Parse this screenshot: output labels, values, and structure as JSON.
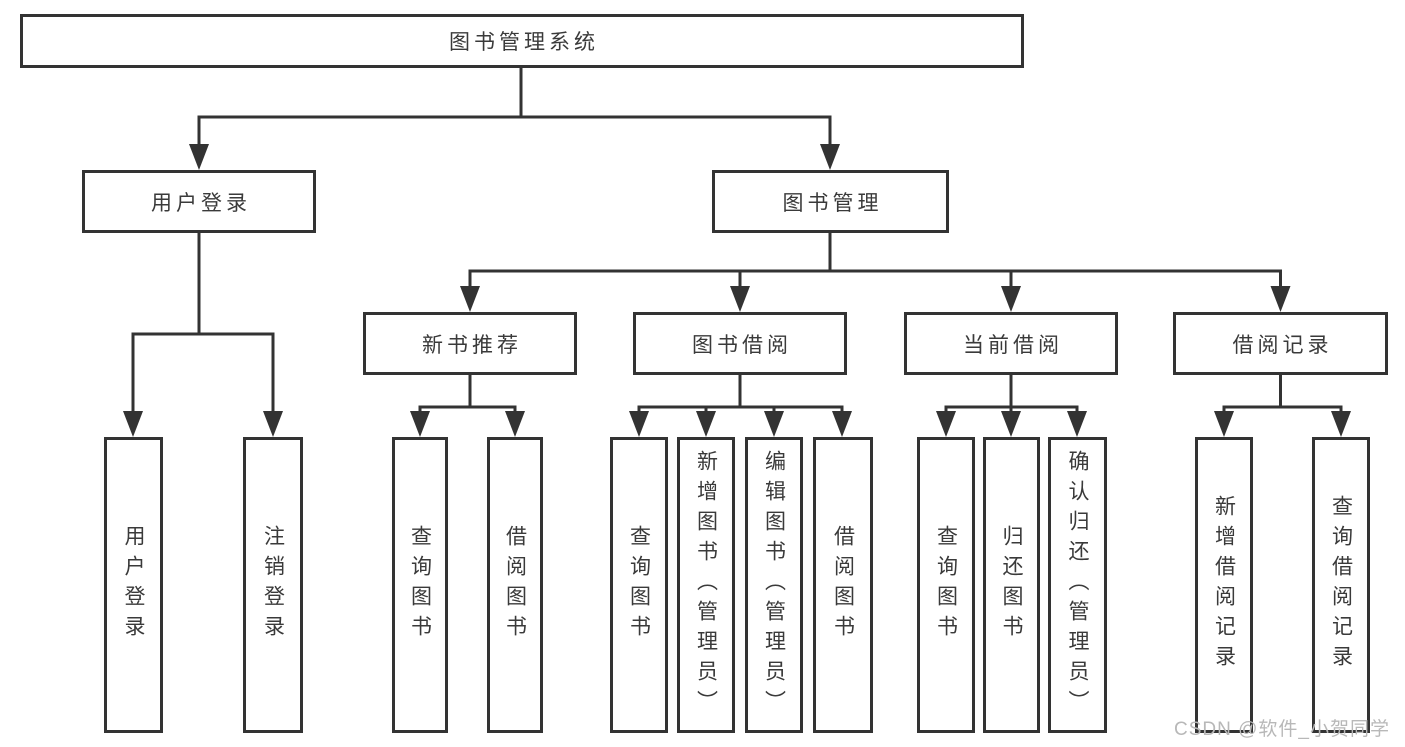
{
  "tree": {
    "root": {
      "label": "图书管理系统"
    },
    "children": [
      {
        "label": "用户登录",
        "children": [
          {
            "label": "用户登录"
          },
          {
            "label": "注销登录"
          }
        ]
      },
      {
        "label": "图书管理",
        "children": [
          {
            "label": "新书推荐",
            "children": [
              {
                "label": "查询图书"
              },
              {
                "label": "借阅图书"
              }
            ]
          },
          {
            "label": "图书借阅",
            "children": [
              {
                "label": "查询图书"
              },
              {
                "label": "新增图书（管理员）"
              },
              {
                "label": "编辑图书（管理员）"
              },
              {
                "label": "借阅图书"
              }
            ]
          },
          {
            "label": "当前借阅",
            "children": [
              {
                "label": "查询图书"
              },
              {
                "label": "归还图书"
              },
              {
                "label": "确认归还（管理员）"
              }
            ]
          },
          {
            "label": "借阅记录",
            "children": [
              {
                "label": "新增借阅记录"
              },
              {
                "label": "查询借阅记录"
              }
            ]
          }
        ]
      }
    ]
  },
  "watermark": "CSDN @软件_小贺同学",
  "colors": {
    "line": "#333333",
    "text": "#3a3a3a",
    "watermark": "#b8b8b8",
    "background": "#ffffff"
  }
}
